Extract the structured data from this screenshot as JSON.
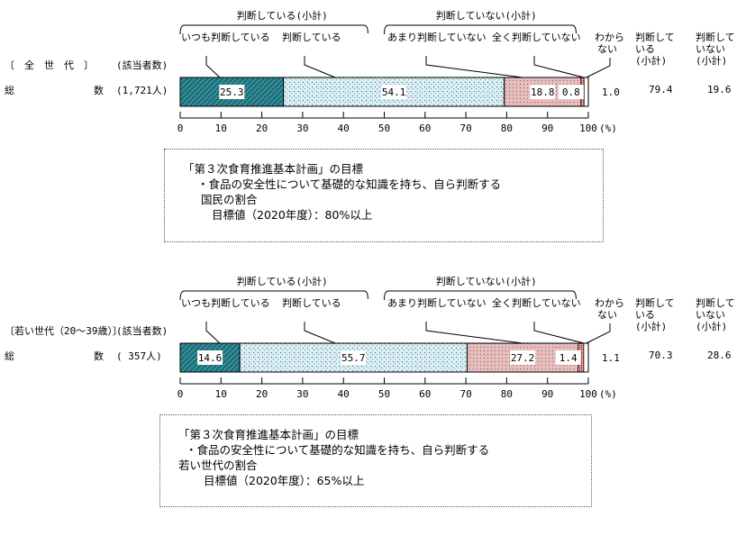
{
  "chart_data": [
    {
      "type": "bar",
      "stacked": true,
      "orientation": "horizontal",
      "group_label": "〔　全　世　代　〕",
      "n_header": "(該当者数)",
      "row_label_left": "総",
      "row_label_right": "数",
      "n": "(1,721人)",
      "categories": [
        "いつも判断している",
        "判断している",
        "あまり判断していない",
        "全く判断していない",
        "わから ない"
      ],
      "values": [
        25.3,
        54.1,
        18.8,
        0.8,
        1.0
      ],
      "subtotals": {
        "judging_label": "判断している(小計)",
        "not_judging_label": "判断していない(小計)",
        "judging": 79.4,
        "not_judging": 19.6
      },
      "xlim": [
        0,
        100
      ],
      "xticks": [
        0,
        10,
        20,
        30,
        40,
        50,
        60,
        70,
        80,
        90,
        100
      ],
      "unit": "(%)"
    },
    {
      "type": "bar",
      "stacked": true,
      "orientation": "horizontal",
      "group_label": "〔若い世代（20～39歳）〕",
      "n_header": "(該当者数)",
      "row_label_left": "総",
      "row_label_right": "数",
      "n": "(  357人)",
      "categories": [
        "いつも判断している",
        "判断している",
        "あまり判断していない",
        "全く判断していない",
        "わから ない"
      ],
      "values": [
        14.6,
        55.7,
        27.2,
        1.4,
        1.1
      ],
      "subtotals": {
        "judging_label": "判断している(小計)",
        "not_judging_label": "判断していない(小計)",
        "judging": 70.3,
        "not_judging": 28.6
      },
      "xlim": [
        0,
        100
      ],
      "xticks": [
        0,
        10,
        20,
        30,
        40,
        50,
        60,
        70,
        80,
        90,
        100
      ],
      "unit": "(%)"
    }
  ],
  "column_headers": {
    "dont_know": [
      "わから",
      "ない"
    ],
    "judging": [
      "判断して",
      "いる",
      "(小計)"
    ],
    "not_judging": [
      "判断して",
      "いない",
      "(小計)"
    ]
  },
  "boxes": [
    {
      "title": "「第３次食育推進基本計画」の目標",
      "line1": "・食品の安全性について基礎的な知識を持ち、自ら判断する",
      "line2": "国民の割合",
      "line3": "目標値（2020年度）：80%以上"
    },
    {
      "title": "「第３次食育推進基本計画」の目標",
      "line1": "・食品の安全性について基礎的な知識を持ち、自ら判断する",
      "line2": "若い世代の割合",
      "line3": "目標値（2020年度）：65%以上"
    }
  ],
  "colors": {
    "always": "#2f8b96",
    "judging": "#d6eef6",
    "rarely": "#e9bcbc",
    "never": "#c05050",
    "dontknow": "#ffffff"
  }
}
